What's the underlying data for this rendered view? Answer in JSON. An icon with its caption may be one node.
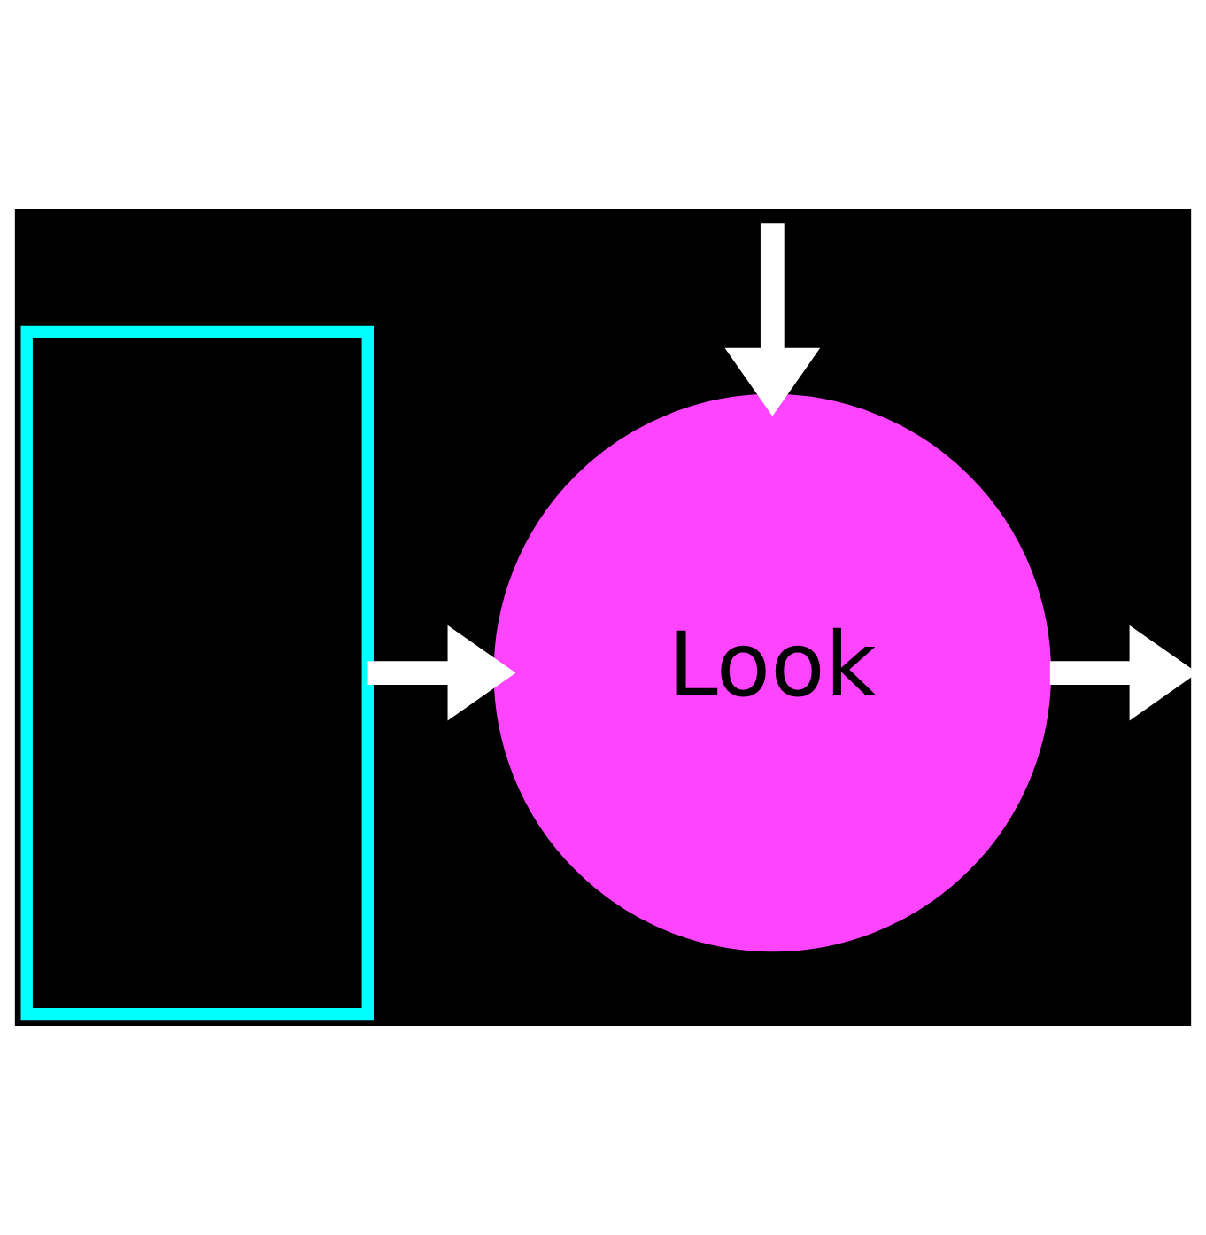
{
  "diagram": {
    "nodes": [
      {
        "text": [],
        "shape": "box"
      },
      {
        "text": [
          "Look"
        ]
      }
    ],
    "edges": [
      {
        "from": 0,
        "to": 1,
        "arrow": "to"
      },
      {
        "from": null,
        "to": 1,
        "arrow": "to"
      },
      {
        "from": 1,
        "to": null,
        "arrow": "to"
      }
    ]
  }
}
